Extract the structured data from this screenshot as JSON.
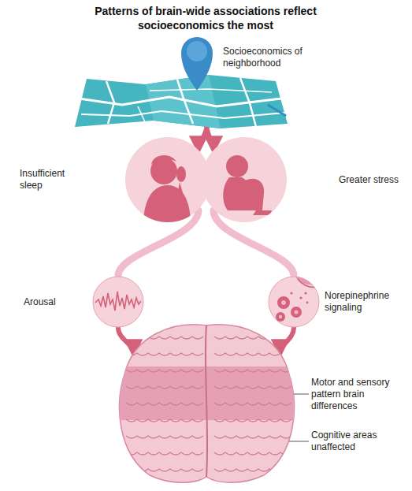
{
  "diagram": {
    "title": "Patterns of brain-wide associations reflect socioeconomics the most",
    "nodes": [
      {
        "text": [
          "Socioeconomics of neighborhood"
        ]
      },
      {
        "text": [
          "Insufficient sleep"
        ]
      },
      {
        "text": [
          "Greater stress"
        ]
      },
      {
        "text": [
          "Arousal"
        ]
      },
      {
        "text": [
          "Norepinephrine signaling"
        ]
      },
      {
        "text": [
          "Motor and sensory pattern brain differences",
          "Cognitive areas unaffected"
        ]
      }
    ],
    "edges": [
      {
        "from": 0,
        "to": 1,
        "arrow": "to"
      },
      {
        "from": 0,
        "to": 2,
        "arrow": "to"
      },
      {
        "from": 1,
        "to": 3,
        "arrow": "none"
      },
      {
        "from": 2,
        "to": 4,
        "arrow": "none"
      },
      {
        "from": 3,
        "to": 5,
        "arrow": "to"
      },
      {
        "from": 4,
        "to": 5,
        "arrow": "to"
      }
    ]
  }
}
